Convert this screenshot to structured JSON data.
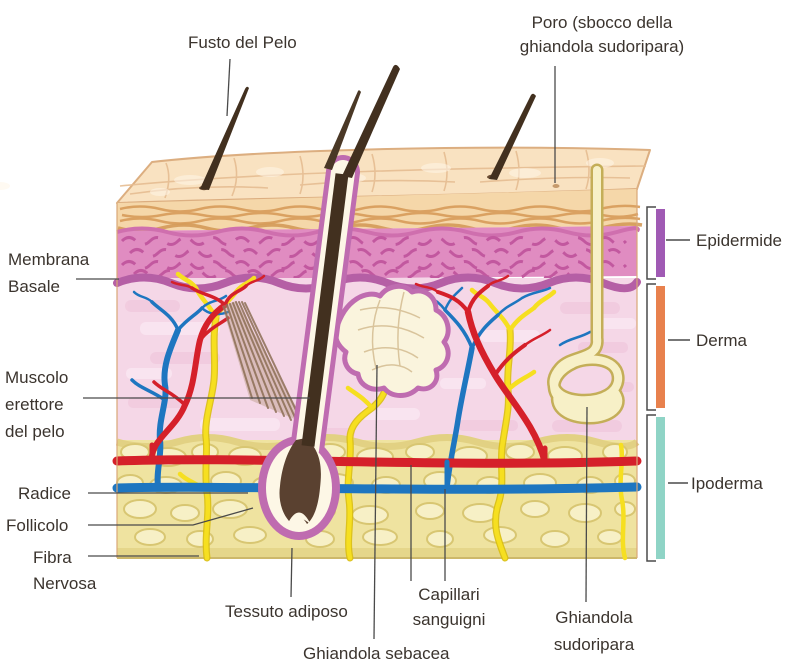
{
  "diagram_title": "Skin anatomy (Italian labels)",
  "labels": {
    "fusto": "Fusto del Pelo",
    "poro": "Poro (sbocco della\nghiandola sudoripara)",
    "membrana": "Membrana\nBasale",
    "muscolo": "Muscolo\nerettore\ndel pelo",
    "radice": "Radice",
    "follicolo": "Follicolo",
    "fibra": "Fibra\nNervosa",
    "tessuto": "Tessuto adiposo",
    "sebacea": "Ghiandola sebacea",
    "capillari": "Capillari\nsanguigni",
    "sudoripara": "Ghiandola\nsudoripara"
  },
  "layers": {
    "epidermide": "Epidermide",
    "derma": "Derma",
    "ipoderma": "Ipoderma"
  },
  "colors": {
    "epidermide_bracket": "#a05ab4",
    "derma_bracket": "#e8814d",
    "ipoderma_bracket": "#8fd4c6",
    "skin_surface": "#f9e2c1",
    "epidermis_tan": "#f5d7a9",
    "epidermis_pink": "#e08cc1",
    "basal_membrane": "#b55fa5",
    "dermis_pink": "#f5d7e7",
    "hypodermis_yellow": "#efe3a0",
    "artery_red": "#d5202a",
    "vein_blue": "#1e76c0",
    "nerve_yellow": "#f6df20",
    "hair_brown": "#42301f",
    "follicle_outline": "#bf6cb0",
    "gland_cream": "#faf4dd",
    "sweat_gland_outline": "#c4ae58",
    "leader_line": "#4a4a4a",
    "text": "#3b342e"
  }
}
